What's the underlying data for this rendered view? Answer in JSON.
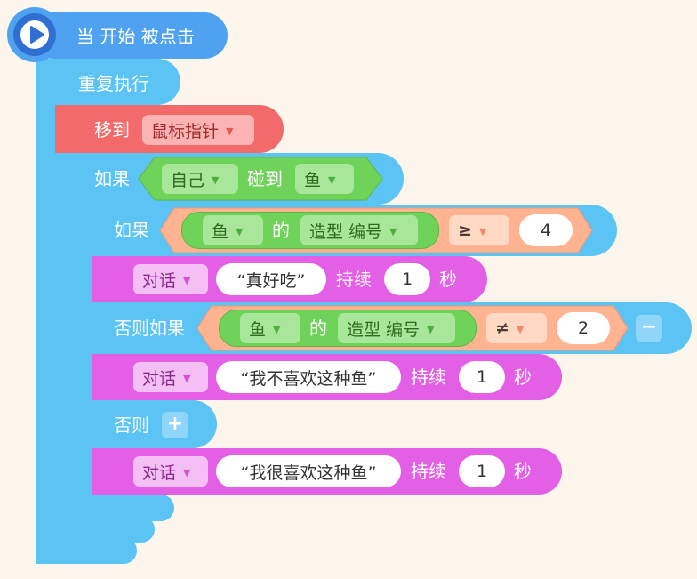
{
  "hat": {
    "label": "当 开始 被点击",
    "icon": "play-icon"
  },
  "repeat": {
    "label": "重复执行"
  },
  "move": {
    "label": "移到",
    "target": "鼠标指针"
  },
  "if1": {
    "label": "如果",
    "sprite": "自己",
    "verb": "碰到",
    "object": "鱼"
  },
  "if2": {
    "label": "如果",
    "sprite": "鱼",
    "of": "的",
    "attr": "造型 编号",
    "op": "≥",
    "value": "4"
  },
  "say1": {
    "label": "对话",
    "text": "“真好吃”",
    "for": "持续",
    "secs": "1",
    "unit": "秒"
  },
  "elseif": {
    "label": "否则如果",
    "sprite": "鱼",
    "of": "的",
    "attr": "造型 编号",
    "op": "≠",
    "value": "2",
    "minus": "−"
  },
  "say2": {
    "label": "对话",
    "text": "“我不喜欢这种鱼”",
    "for": "持续",
    "secs": "1",
    "unit": "秒"
  },
  "else": {
    "label": "否则",
    "plus": "+"
  },
  "say3": {
    "label": "对话",
    "text": "“我很喜欢这种鱼”",
    "for": "持续",
    "secs": "1",
    "unit": "秒"
  },
  "colors": {
    "events": "#4fa2f0",
    "control": "#5cc3f5",
    "motion": "#f26a6a",
    "sensing": "#6fd35a",
    "operators": "#ffb391",
    "looks": "#e35fe6"
  }
}
